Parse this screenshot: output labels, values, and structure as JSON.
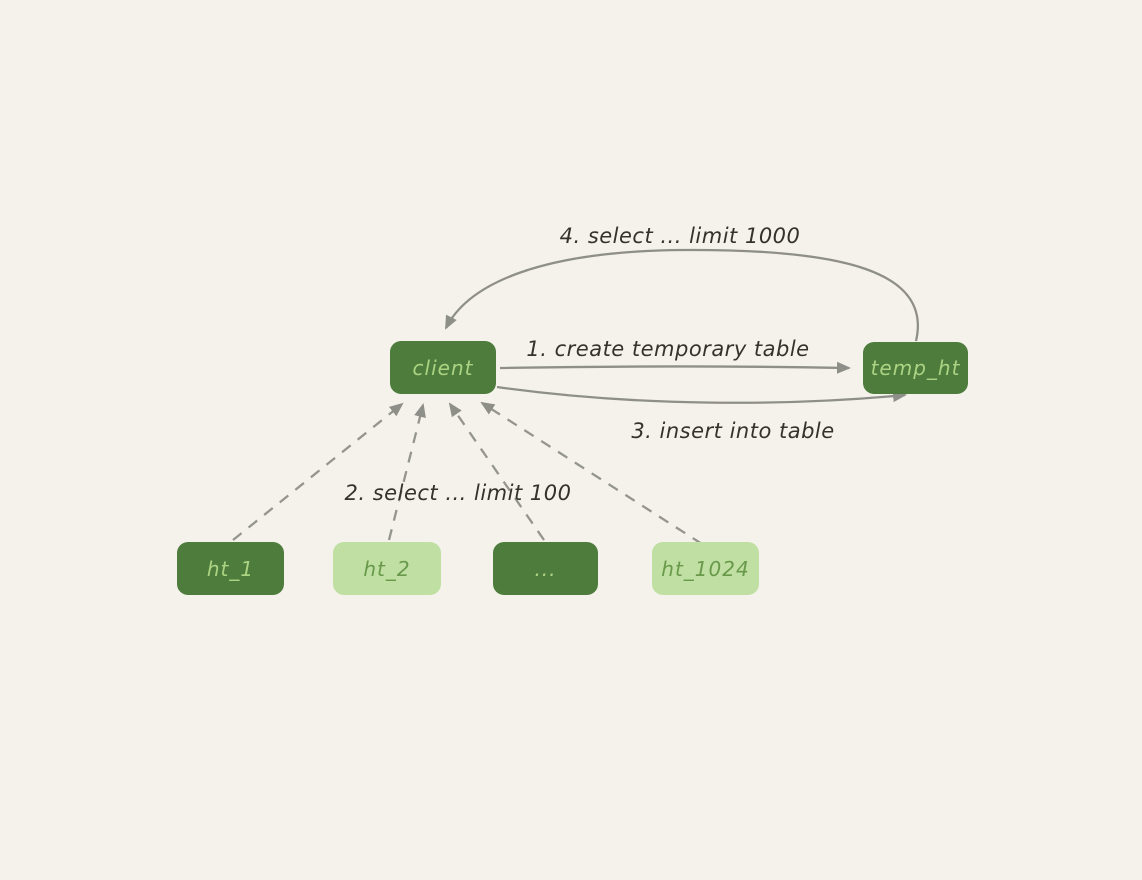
{
  "diagram": {
    "nodes": [
      {
        "id": "client",
        "label": "client",
        "variant": "dark"
      },
      {
        "id": "temp_ht",
        "label": "temp_ht",
        "variant": "dark"
      },
      {
        "id": "ht_1",
        "label": "ht_1",
        "variant": "dark"
      },
      {
        "id": "ht_2",
        "label": "ht_2",
        "variant": "light"
      },
      {
        "id": "ht_dots",
        "label": "...",
        "variant": "dark"
      },
      {
        "id": "ht_1024",
        "label": "ht_1024",
        "variant": "light"
      }
    ],
    "edges": [
      {
        "id": "create-temp-table",
        "label": "1. create temporary table",
        "from": "client",
        "to": "temp_ht",
        "style": "solid"
      },
      {
        "id": "select-limit-100",
        "label": "2. select ... limit 100",
        "from": "ht_1..ht_1024",
        "to": "client",
        "style": "dashed"
      },
      {
        "id": "insert-into-table",
        "label": "3. insert into table",
        "from": "client",
        "to": "temp_ht",
        "style": "solid"
      },
      {
        "id": "select-limit-1000",
        "label": "4. select ... limit 1000",
        "from": "temp_ht",
        "to": "client",
        "style": "solid"
      }
    ],
    "colors": {
      "background": "#f4f2ea",
      "node_dark": "#4d7c3d",
      "node_dark_text": "#abd382",
      "node_light": "#c0dfa2",
      "node_light_text": "#69994b",
      "arrow": "#8f8f89",
      "label_text": "#33332c"
    }
  }
}
